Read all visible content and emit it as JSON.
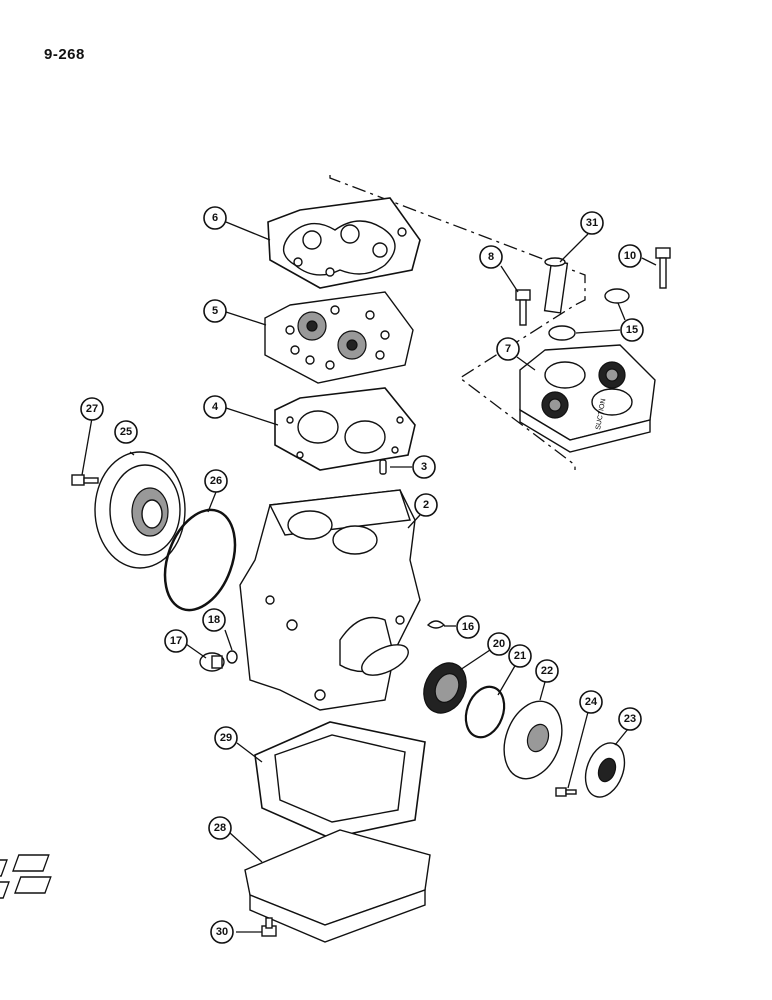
{
  "page_number": "9-268",
  "callouts": [
    {
      "id": "c6",
      "label": "6"
    },
    {
      "id": "c31",
      "label": "31"
    },
    {
      "id": "c8",
      "label": "8"
    },
    {
      "id": "c10",
      "label": "10"
    },
    {
      "id": "c5",
      "label": "5"
    },
    {
      "id": "c15",
      "label": "15"
    },
    {
      "id": "c7",
      "label": "7"
    },
    {
      "id": "c27",
      "label": "27"
    },
    {
      "id": "c25",
      "label": "25"
    },
    {
      "id": "c4",
      "label": "4"
    },
    {
      "id": "c3",
      "label": "3"
    },
    {
      "id": "c26",
      "label": "26"
    },
    {
      "id": "c2",
      "label": "2"
    },
    {
      "id": "c18",
      "label": "18"
    },
    {
      "id": "c16",
      "label": "16"
    },
    {
      "id": "c17",
      "label": "17"
    },
    {
      "id": "c20",
      "label": "20"
    },
    {
      "id": "c21",
      "label": "21"
    },
    {
      "id": "c22",
      "label": "22"
    },
    {
      "id": "c24",
      "label": "24"
    },
    {
      "id": "c23",
      "label": "23"
    },
    {
      "id": "c29",
      "label": "29"
    },
    {
      "id": "c28",
      "label": "28"
    },
    {
      "id": "c30",
      "label": "30"
    }
  ],
  "head_label": "SUCTION"
}
